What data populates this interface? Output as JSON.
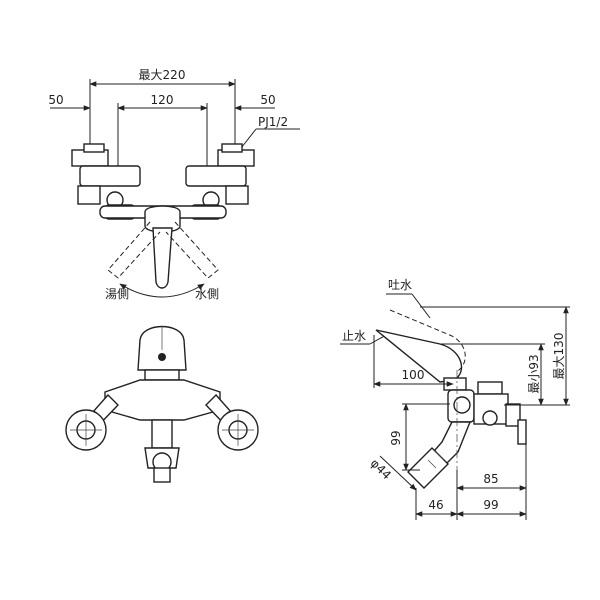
{
  "top_view": {
    "dim_overall": "最大220",
    "dim_left": "50",
    "dim_center": "120",
    "dim_right": "50",
    "thread_label": "PJ1/2",
    "hot_side": "湯側",
    "cold_side": "水側"
  },
  "side_view": {
    "spout_label": "吐水",
    "stop_label": "止水",
    "dim_100": "100",
    "dim_min93": "最小93",
    "dim_max130": "最大130",
    "dim_99_vertical": "99",
    "dim_dia44": "φ44",
    "dim_85": "85",
    "dim_46": "46",
    "dim_99_horizontal": "99"
  }
}
